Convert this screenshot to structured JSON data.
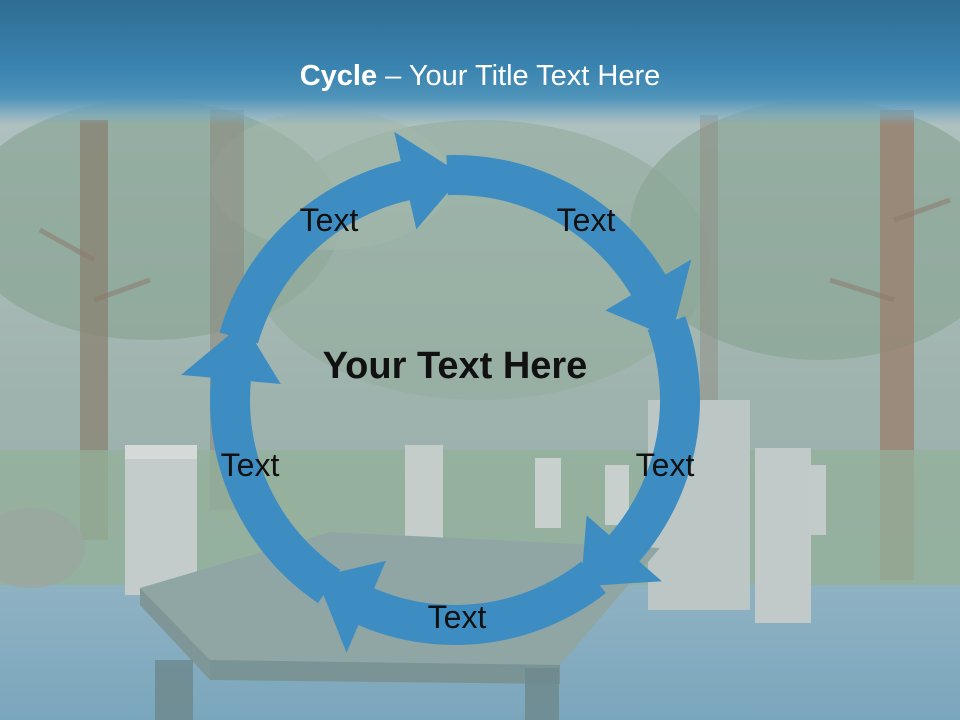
{
  "slide": {
    "title_bold": "Cycle",
    "title_sep": " – ",
    "title_rest": "Your Title Text Here"
  },
  "diagram": {
    "center": "Your Text Here",
    "steps": [
      "Text",
      "Text",
      "Text",
      "Text",
      "Text"
    ]
  },
  "colors": {
    "accent": "#3d8dc3",
    "header": "#3a84b0",
    "text": "#111111"
  },
  "icons": [
    "cycle-arrow-icon"
  ]
}
